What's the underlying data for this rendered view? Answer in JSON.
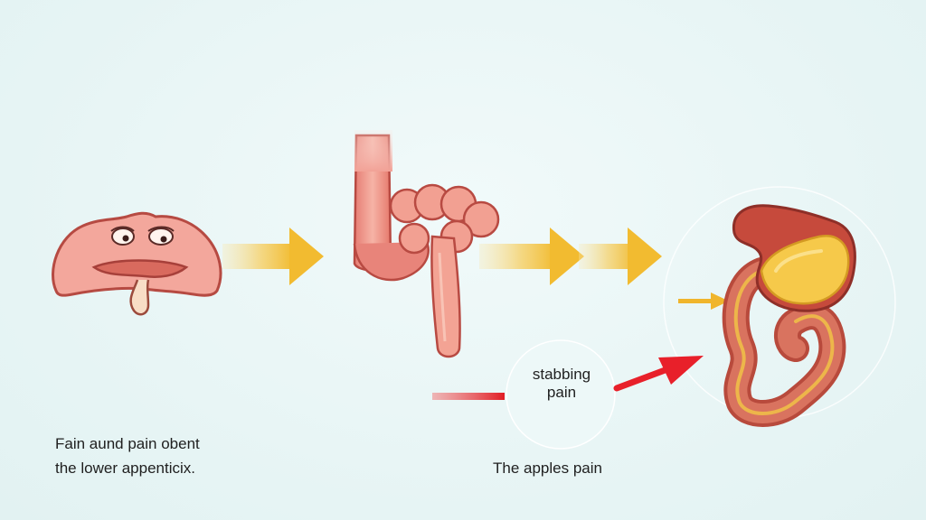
{
  "diagram": {
    "callout": {
      "line1": "stabbing",
      "line2": "pain"
    },
    "captions": {
      "left_line1": "Fain aund pain obent",
      "left_line2": "the lower appenticix.",
      "right": "The apples pain"
    },
    "colors": {
      "background": "#e8f5f5",
      "flow_arrow": "#f3bf3a",
      "pain_arrow": "#e8202a",
      "organ_pink": "#f2a49a",
      "organ_outline": "#b8473f",
      "stomach_red": "#c64a3c",
      "stomach_yellow": "#f6c94a"
    },
    "icons": [
      "smiling-organ-icon",
      "appendix-icon",
      "stomach-intestine-icon",
      "flow-arrow-icon",
      "pain-arrow-icon"
    ]
  }
}
